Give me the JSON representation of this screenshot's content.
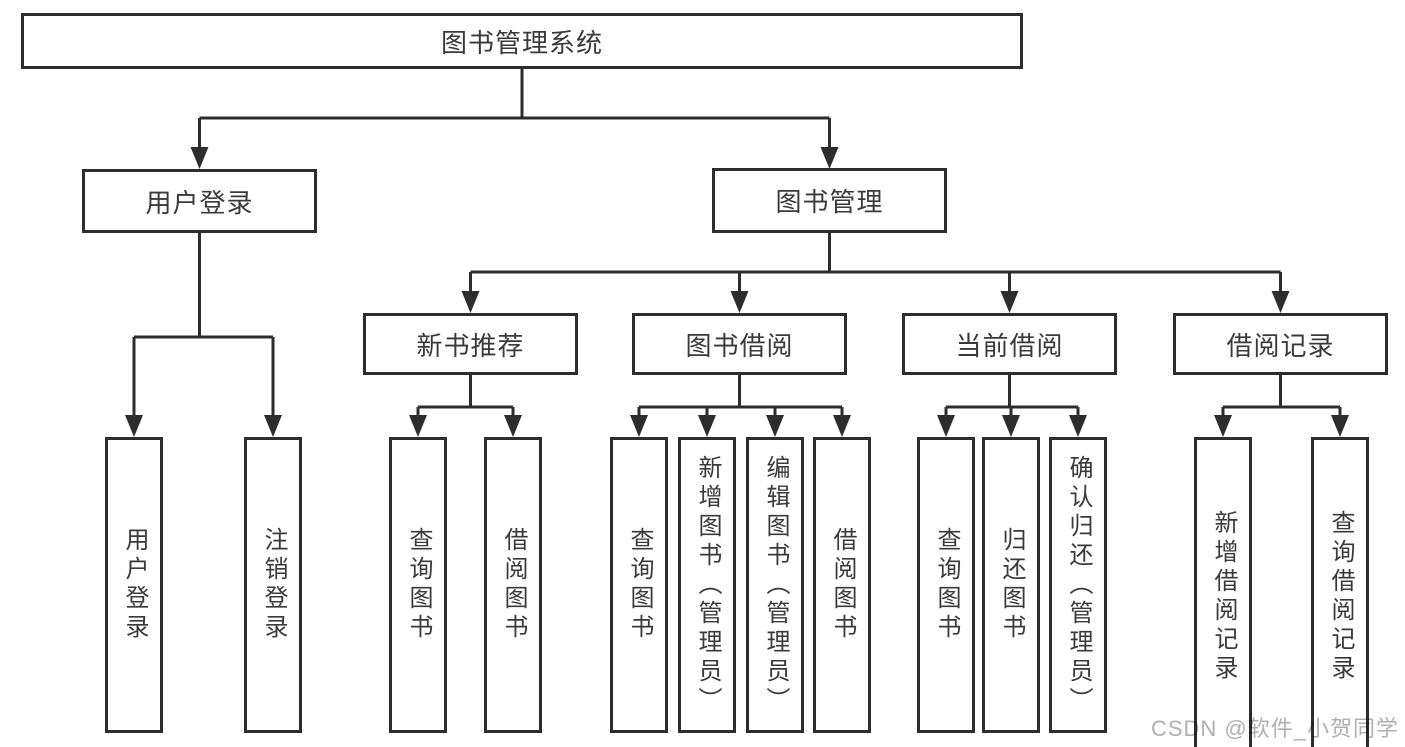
{
  "diagram": {
    "title": "图书管理系统",
    "branches": [
      {
        "label": "用户登录",
        "leaves": [
          "用户登录",
          "注销登录"
        ]
      },
      {
        "label": "图书管理",
        "groups": [
          {
            "label": "新书推荐",
            "leaves": [
              "查询图书",
              "借阅图书"
            ]
          },
          {
            "label": "图书借阅",
            "leaves": [
              "查询图书",
              "新增图书（管理员）",
              "编辑图书（管理员）",
              "借阅图书"
            ]
          },
          {
            "label": "当前借阅",
            "leaves": [
              "查询图书",
              "归还图书",
              "确认归还（管理员）"
            ]
          },
          {
            "label": "借阅记录",
            "leaves": [
              "新增借阅记录",
              "查询借阅记录"
            ]
          }
        ]
      }
    ]
  },
  "watermark": {
    "text": "CSDN @软件_小贺同学"
  },
  "colors": {
    "line": "#2d2d2d",
    "box_border": "#2d2d2d",
    "text": "#3a3a3a",
    "background": "#ffffff",
    "watermark": "#b3aeb1"
  }
}
